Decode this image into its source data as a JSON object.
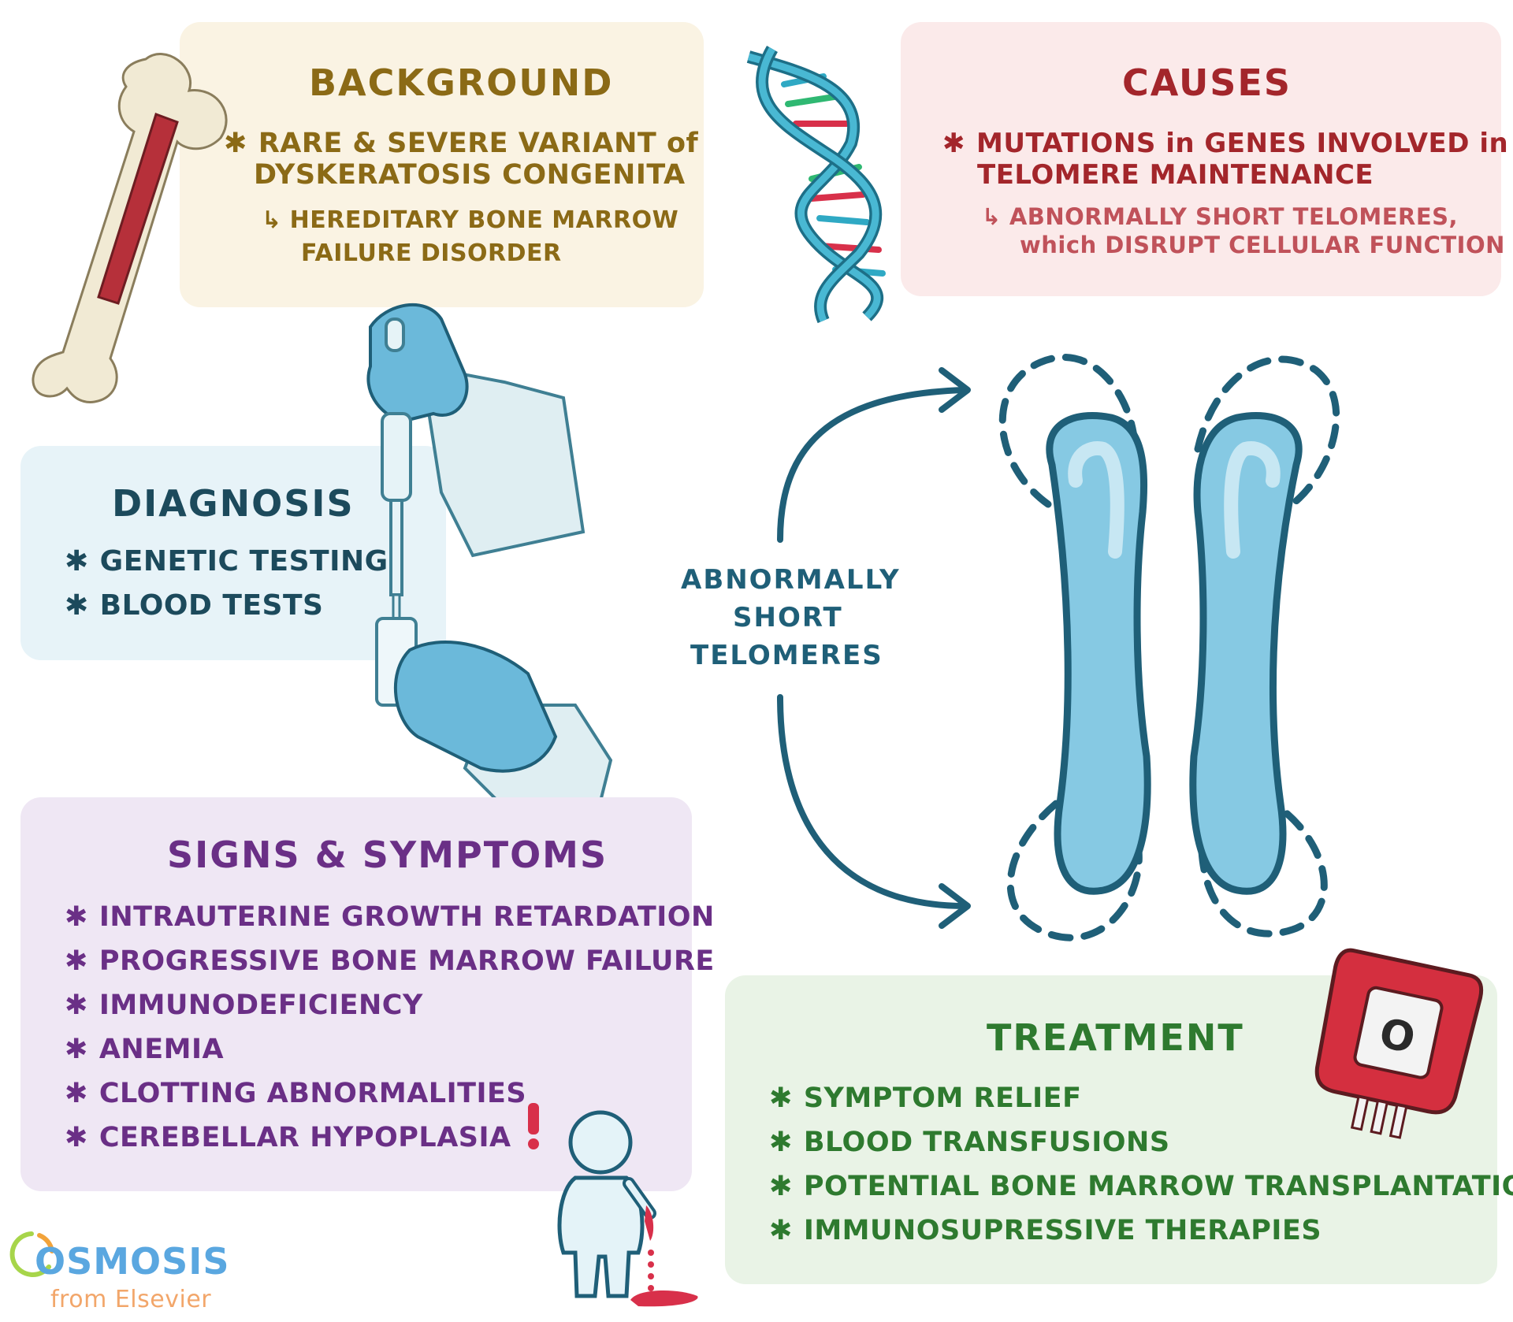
{
  "background": {
    "title": "BACKGROUND",
    "point1_line1": "RARE & SEVERE VARIANT of",
    "point1_line2": "DYSKERATOSIS CONGENITA",
    "sub_line1": "HEREDITARY BONE MARROW",
    "sub_line2": "FAILURE DISORDER"
  },
  "causes": {
    "title": "CAUSES",
    "point1_line1": "MUTATIONS in GENES INVOLVED in",
    "point1_line2": "TELOMERE MAINTENANCE",
    "sub_line1": "ABNORMALLY SHORT TELOMERES,",
    "sub_line2": "which DISRUPT CELLULAR FUNCTION"
  },
  "diagnosis": {
    "title": "DIAGNOSIS",
    "items": [
      "GENETIC TESTING",
      "BLOOD TESTS"
    ]
  },
  "center_label": {
    "line1": "ABNORMALLY",
    "line2": "SHORT",
    "line3": "TELOMERES"
  },
  "signs": {
    "title": "SIGNS & SYMPTOMS",
    "items": [
      "INTRAUTERINE GROWTH RETARDATION",
      "PROGRESSIVE BONE MARROW FAILURE",
      "IMMUNODEFICIENCY",
      "ANEMIA",
      "CLOTTING ABNORMALITIES",
      "CEREBELLAR HYPOPLASIA"
    ]
  },
  "treatment": {
    "title": "TREATMENT",
    "items": [
      "SYMPTOM RELIEF",
      "BLOOD TRANSFUSIONS",
      "POTENTIAL BONE MARROW TRANSPLANTATION",
      "IMMUNOSUPRESSIVE THERAPIES"
    ]
  },
  "blood_bag": {
    "label": "O"
  },
  "logo": {
    "name": "OSMOSIS",
    "tagline": "from Elsevier"
  },
  "colors": {
    "background_card": "#faf3e3",
    "background_text": "#8b6a16",
    "causes_card": "#fbeaea",
    "causes_text": "#a3262b",
    "diagnosis_card": "#e7f3f8",
    "diagnosis_text": "#1c4a5c",
    "signs_card": "#efe7f4",
    "signs_text": "#6a2f86",
    "treatment_card": "#e9f3e6",
    "treatment_text": "#2e7a2f",
    "chromosome_fill": "#86c9e3",
    "chromosome_outline": "#1f5f78"
  },
  "icons": [
    "bone-icon",
    "dna-helix-icon",
    "pipette-hands-icon",
    "chromosome-icon",
    "blood-bag-icon",
    "bleeding-person-icon"
  ]
}
